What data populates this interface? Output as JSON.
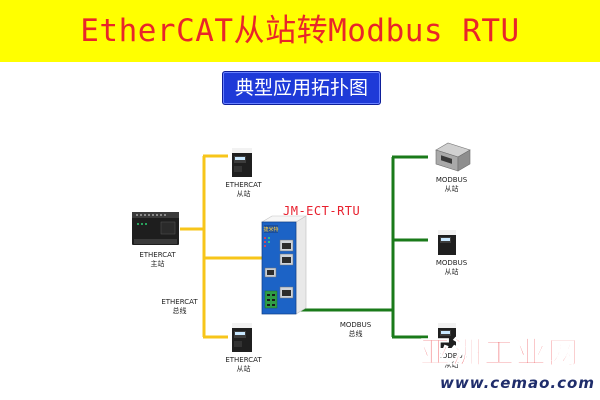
{
  "header": {
    "title": "EtherCAT从站转Modbus RTU",
    "subtitle": "典型应用拓扑图"
  },
  "diagram": {
    "product_name": "JM-ECT-RTU",
    "product_logo_text": "捷米特",
    "master": {
      "line1": "ETHERCAT",
      "line2": "主站"
    },
    "ethercat_bus": {
      "line1": "ETHERCAT",
      "line2": "总线"
    },
    "slave_top": {
      "line1": "ETHERCAT",
      "line2": "从站"
    },
    "slave_bottom": {
      "line1": "ETHERCAT",
      "line2": "从站"
    },
    "modbus_bus": {
      "line1": "MODBUS",
      "line2": "总线"
    },
    "modbus_top": {
      "line1": "MODBUS",
      "line2": "从站"
    },
    "modbus_mid": {
      "line1": "MODBUS",
      "line2": "从站"
    },
    "modbus_bottom": {
      "line1": "MODBUS",
      "line2": "从站"
    }
  },
  "watermark": {
    "brand": "亚洲工业网",
    "url": "www.cemao.com"
  },
  "colors": {
    "banner": "#ffff00",
    "title": "#e8262a",
    "subtitle_bg": "#1e3ad8",
    "ethercat_line": "#f7c51a",
    "modbus_line": "#1a7a1a",
    "product_name": "#e81f2d",
    "gateway_body": "#1c63c6"
  }
}
